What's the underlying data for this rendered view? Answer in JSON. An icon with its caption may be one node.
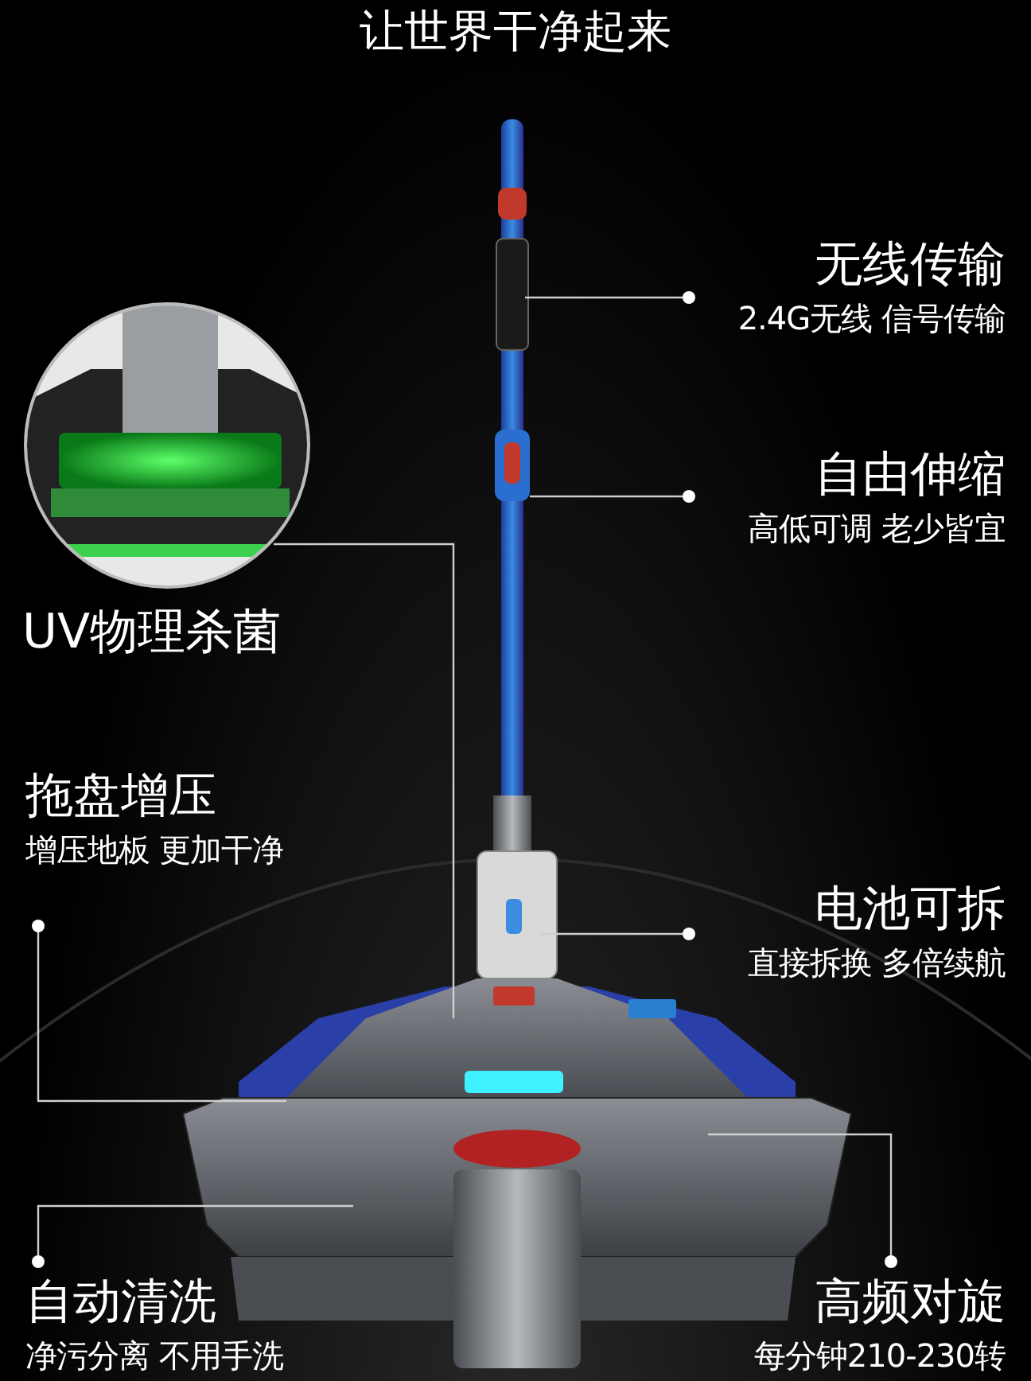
{
  "diagram": {
    "title": "让世界干净起来",
    "nodes": [
      {
        "text": [
          "无线传输",
          "2.4G无线 信号传输"
        ]
      },
      {
        "text": [
          "自由伸缩",
          "高低可调 老少皆宜"
        ]
      },
      {
        "text": [],
        "shape": "picture",
        "beside": [
          "UV物理杀菌"
        ]
      },
      {
        "text": [
          "拖盘增压",
          "增压地板 更加干净"
        ]
      },
      {
        "text": [
          "电池可拆",
          "直接拆换 多倍续航"
        ]
      },
      {
        "text": [
          "自动清洗",
          "净污分离 不用手洗"
        ]
      },
      {
        "text": [
          "高频对旋",
          "每分钟210-230转"
        ]
      }
    ],
    "edges": [
      {
        "from": 0,
        "to": null,
        "arrow": "other"
      },
      {
        "from": 1,
        "to": null,
        "arrow": "other"
      },
      {
        "from": 2,
        "to": null,
        "arrow": "none"
      },
      {
        "from": 3,
        "to": null,
        "arrow": "other"
      },
      {
        "from": 4,
        "to": null,
        "arrow": "other"
      },
      {
        "from": 5,
        "to": null,
        "arrow": "other"
      },
      {
        "from": 6,
        "to": null,
        "arrow": "other"
      }
    ]
  }
}
